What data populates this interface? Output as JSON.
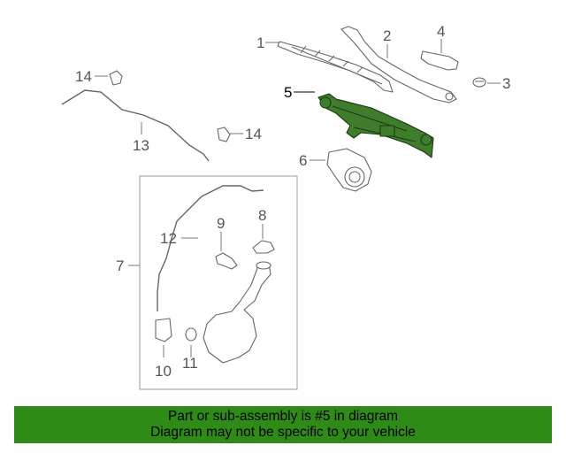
{
  "callouts": {
    "c1": "1",
    "c2": "2",
    "c3": "3",
    "c4": "4",
    "c5": "5",
    "c6": "6",
    "c7": "7",
    "c8": "8",
    "c9": "9",
    "c10": "10",
    "c11": "11",
    "c12": "12",
    "c13": "13",
    "c14a": "14",
    "c14b": "14"
  },
  "highlight_part": "5",
  "colors": {
    "highlight": "#3f7d2c",
    "banner": "#2e8b16"
  },
  "banner": {
    "line1": "Part or sub-assembly is #5 in diagram",
    "line2": "Diagram may not be specific to your vehicle"
  }
}
